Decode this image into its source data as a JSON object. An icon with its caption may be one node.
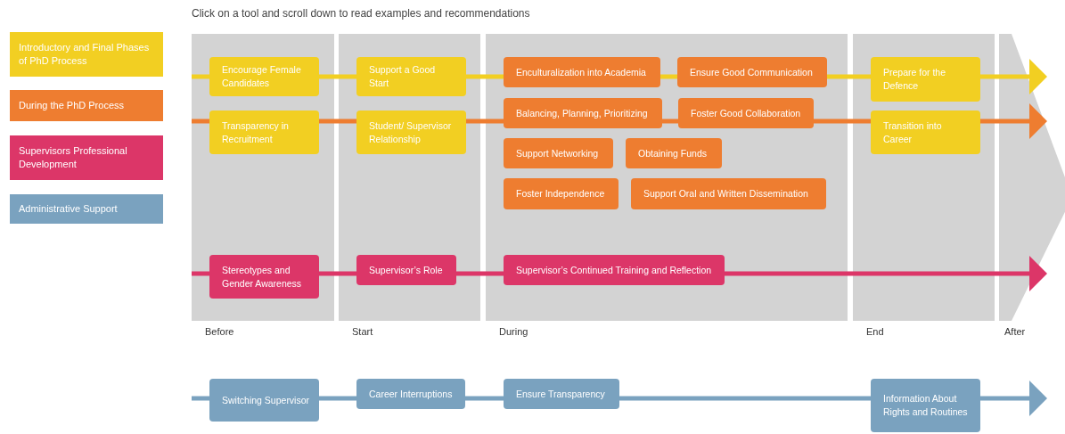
{
  "diagram": {
    "title": "Click on a tool and scroll down to read examples and recommendations",
    "nodes": [
      {
        "text": [
          "Before"
        ]
      },
      {
        "text": [
          "Start"
        ]
      },
      {
        "text": [
          "During"
        ]
      },
      {
        "text": [
          "End"
        ]
      },
      {
        "text": [
          "After"
        ]
      },
      {
        "text": [
          "Encourage Female Candidates"
        ],
        "in": 0
      },
      {
        "text": [
          "Transparency in Recruitment"
        ],
        "in": 0
      },
      {
        "text": [
          "Stereotypes and Gender Awareness"
        ],
        "in": 0
      },
      {
        "text": [
          "Support a Good Start"
        ],
        "in": 1
      },
      {
        "text": [
          "Student/ Supervisor Relationship"
        ],
        "in": 1
      },
      {
        "text": [
          "Supervisor’s Role"
        ],
        "in": 1
      },
      {
        "text": [
          "Enculturalization into Academia"
        ],
        "in": 2
      },
      {
        "text": [
          "Ensure Good Communication"
        ],
        "in": 2
      },
      {
        "text": [
          "Balancing, Planning, Prioritizing"
        ],
        "in": 2
      },
      {
        "text": [
          "Foster Good Collaboration"
        ],
        "in": 2
      },
      {
        "text": [
          "Support Networking"
        ],
        "in": 2
      },
      {
        "text": [
          "Obtaining Funds"
        ],
        "in": 2
      },
      {
        "text": [
          "Foster Independence"
        ],
        "in": 2
      },
      {
        "text": [
          "Support Oral and Written Dissemination"
        ],
        "in": 2
      },
      {
        "text": [
          "Supervisor’s Continued Training and Reflection"
        ],
        "in": 2
      },
      {
        "text": [
          "Prepare for the Defence"
        ],
        "in": 3
      },
      {
        "text": [
          "Transition into Career"
        ],
        "in": 3
      },
      {
        "text": [
          "Switching Supervisor"
        ]
      },
      {
        "text": [
          "Career Interruptions"
        ]
      },
      {
        "text": [
          "Ensure Transparency"
        ]
      },
      {
        "text": [
          "Information About Rights and Routines"
        ]
      }
    ],
    "edges": [
      {
        "from": null,
        "to": 5,
        "arrow": "none",
        "color": "#f2cf22"
      },
      {
        "from": 5,
        "to": 8,
        "arrow": "none",
        "color": "#f2cf22"
      },
      {
        "from": 8,
        "to": 11,
        "arrow": "none",
        "color": "#f2cf22"
      },
      {
        "from": 11,
        "to": 12,
        "arrow": "none",
        "color": "#f2cf22"
      },
      {
        "from": 12,
        "to": 20,
        "arrow": "none",
        "color": "#f2cf22"
      },
      {
        "from": 20,
        "to": 4,
        "arrow": "to",
        "color": "#f2cf22"
      },
      {
        "from": null,
        "to": 6,
        "arrow": "none",
        "color": "#ee7d30"
      },
      {
        "from": 6,
        "to": 9,
        "arrow": "none",
        "color": "#ee7d30"
      },
      {
        "from": 9,
        "to": 13,
        "arrow": "none",
        "color": "#ee7d30"
      },
      {
        "from": 13,
        "to": 14,
        "arrow": "none",
        "color": "#ee7d30"
      },
      {
        "from": 14,
        "to": 21,
        "arrow": "none",
        "color": "#ee7d30"
      },
      {
        "from": 21,
        "to": 4,
        "arrow": "to",
        "color": "#ee7d30"
      },
      {
        "from": null,
        "to": 7,
        "arrow": "none",
        "color": "#dc3668"
      },
      {
        "from": 7,
        "to": 10,
        "arrow": "none",
        "color": "#dc3668"
      },
      {
        "from": 10,
        "to": 19,
        "arrow": "none",
        "color": "#dc3668"
      },
      {
        "from": 19,
        "to": 4,
        "arrow": "to",
        "color": "#dc3668"
      },
      {
        "from": null,
        "to": 22,
        "arrow": "none",
        "color": "#7aa2bf"
      },
      {
        "from": 22,
        "to": 23,
        "arrow": "none",
        "color": "#7aa2bf"
      },
      {
        "from": 23,
        "to": 24,
        "arrow": "none",
        "color": "#7aa2bf"
      },
      {
        "from": 24,
        "to": 25,
        "arrow": "none",
        "color": "#7aa2bf"
      },
      {
        "from": 25,
        "to": null,
        "arrow": "to",
        "color": "#7aa2bf"
      }
    ],
    "legend": [
      {
        "text": "Introductory and Final Phases of PhD Process",
        "color": "#f2cf22"
      },
      {
        "text": "During the PhD Process",
        "color": "#ee7d30"
      },
      {
        "text": "Supervisors Professional Development",
        "color": "#dc3668"
      },
      {
        "text": "Administrative Support",
        "color": "#7aa2bf"
      }
    ]
  }
}
